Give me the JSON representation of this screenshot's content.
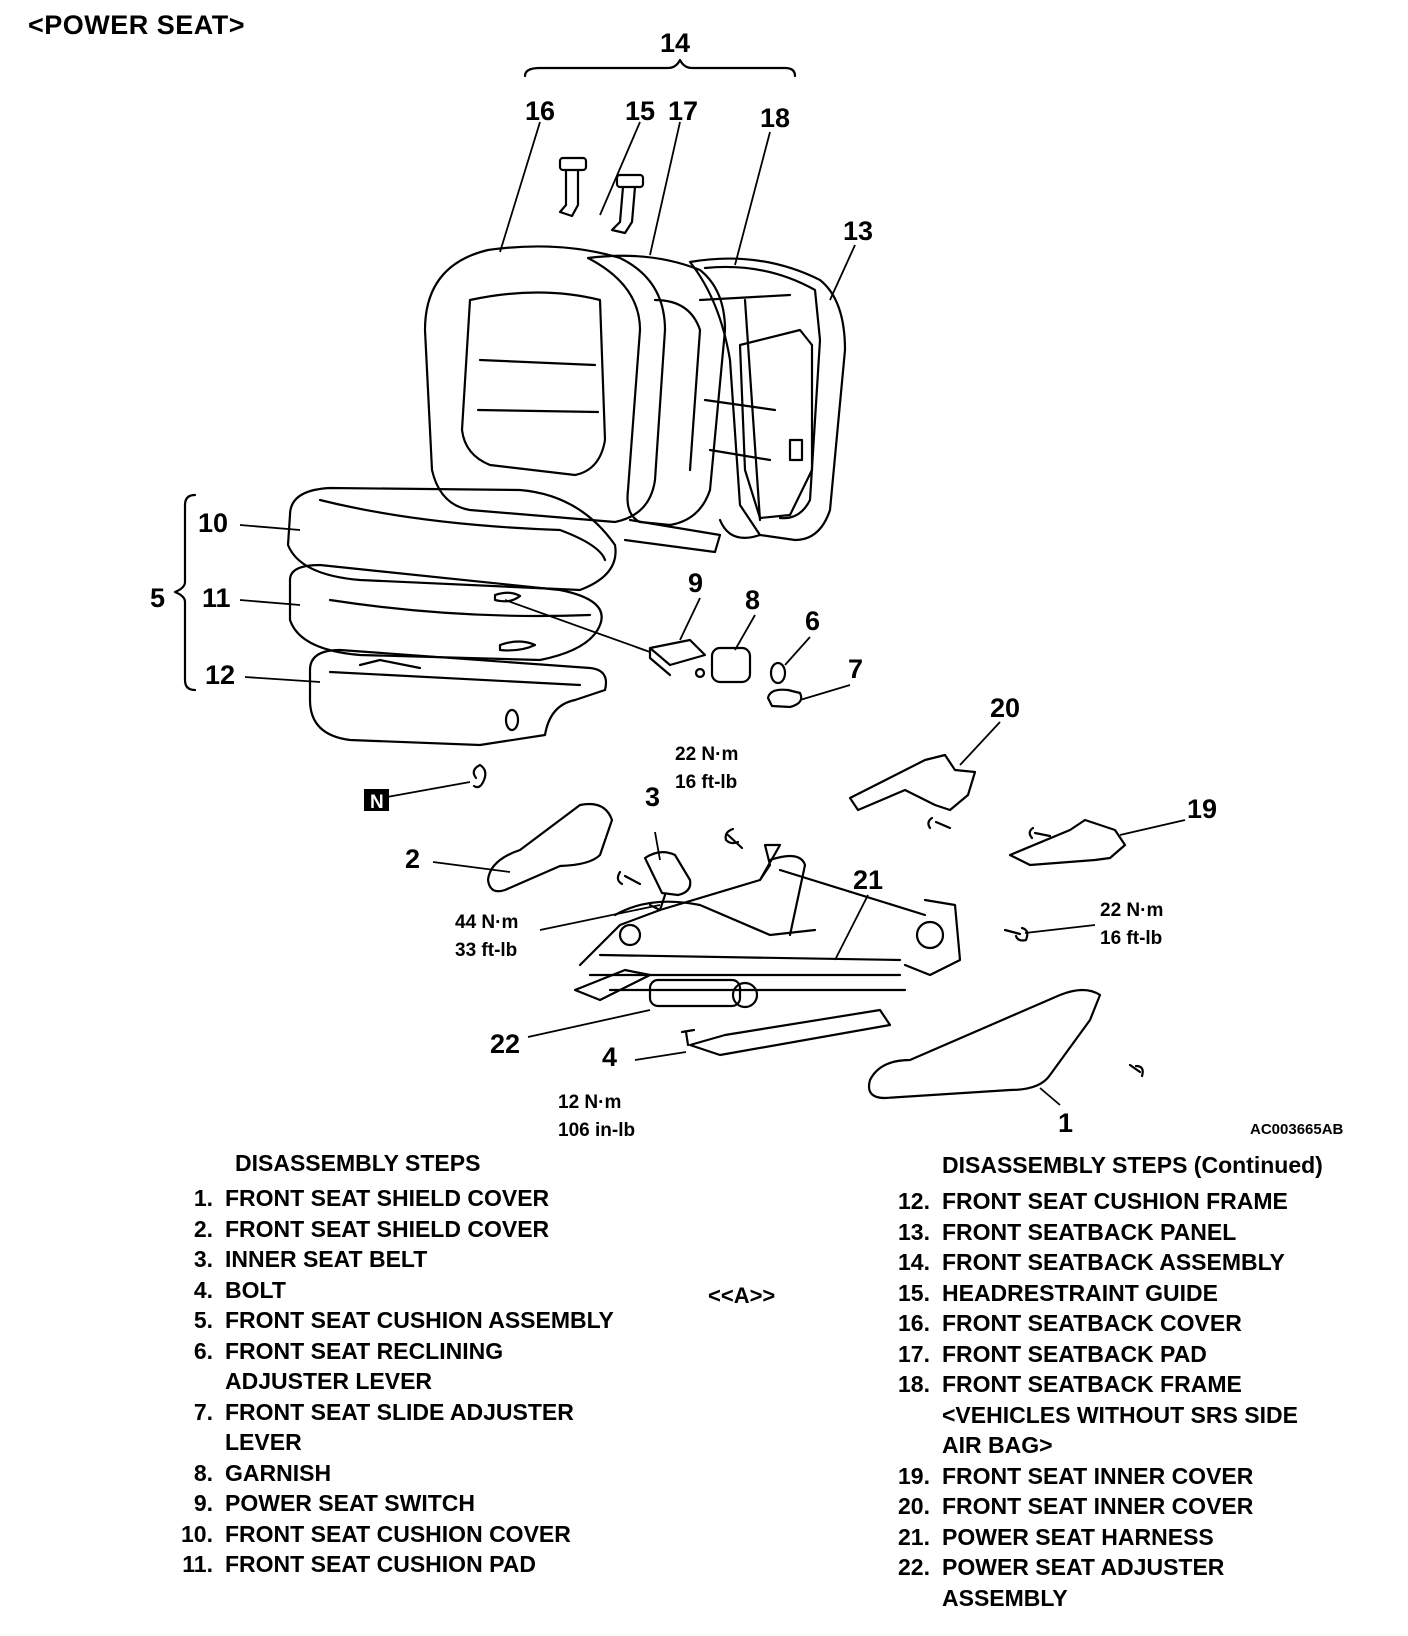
{
  "title": "<POWER SEAT>",
  "figure_code": "AC003665AB",
  "callouts": {
    "c1": "1",
    "c2": "2",
    "c3": "3",
    "c4": "4",
    "c5": "5",
    "c6": "6",
    "c7": "7",
    "c8": "8",
    "c9": "9",
    "c10": "10",
    "c11": "11",
    "c12": "12",
    "c13": "13",
    "c14": "14",
    "c15": "15",
    "c16": "16",
    "c17": "17",
    "c18": "18",
    "c19": "19",
    "c20": "20",
    "c21": "21",
    "c22": "22",
    "n_box": "N"
  },
  "torque_specs": {
    "bolt_top_nm": "22 N·m",
    "bolt_top_ftlb": "16 ft-lb",
    "belt_nm": "44 N·m",
    "belt_ftlb": "33 ft-lb",
    "right_nm": "22 N·m",
    "right_ftlb": "16 ft-lb",
    "bolt4_nm": "12 N·m",
    "bolt4_inlb": "106 in-lb"
  },
  "steps_left": {
    "heading": "DISASSEMBLY STEPS",
    "items": [
      {
        "num": "1.",
        "label": "FRONT SEAT SHIELD COVER"
      },
      {
        "num": "2.",
        "label": "FRONT SEAT SHIELD COVER"
      },
      {
        "num": "3.",
        "label": "INNER SEAT BELT"
      },
      {
        "num": "4.",
        "label": "BOLT"
      },
      {
        "num": "5.",
        "label": "FRONT SEAT CUSHION ASSEMBLY"
      },
      {
        "num": "6.",
        "label": "FRONT SEAT RECLINING\nADJUSTER LEVER"
      },
      {
        "num": "7.",
        "label": "FRONT SEAT SLIDE ADJUSTER\nLEVER"
      },
      {
        "num": "8.",
        "label": "GARNISH"
      },
      {
        "num": "9.",
        "label": "POWER SEAT SWITCH"
      },
      {
        "num": "10.",
        "label": "FRONT SEAT CUSHION COVER"
      },
      {
        "num": "11.",
        "label": "FRONT SEAT CUSHION PAD"
      }
    ]
  },
  "step4_marker": "<<A>>",
  "steps_right": {
    "heading": "DISASSEMBLY STEPS (Continued)",
    "items": [
      {
        "num": "12.",
        "label": "FRONT SEAT CUSHION FRAME"
      },
      {
        "num": "13.",
        "label": "FRONT SEATBACK PANEL"
      },
      {
        "num": "14.",
        "label": "FRONT SEATBACK ASSEMBLY"
      },
      {
        "num": "15.",
        "label": "HEADRESTRAINT GUIDE"
      },
      {
        "num": "16.",
        "label": "FRONT SEATBACK COVER"
      },
      {
        "num": "17.",
        "label": "FRONT SEATBACK PAD"
      },
      {
        "num": "18.",
        "label": "FRONT SEATBACK FRAME\n<VEHICLES WITHOUT SRS SIDE\nAIR BAG>"
      },
      {
        "num": "19.",
        "label": "FRONT SEAT INNER COVER"
      },
      {
        "num": "20.",
        "label": "FRONT SEAT INNER COVER"
      },
      {
        "num": "21.",
        "label": "POWER SEAT HARNESS"
      },
      {
        "num": "22.",
        "label": "POWER SEAT ADJUSTER\nASSEMBLY"
      }
    ]
  }
}
